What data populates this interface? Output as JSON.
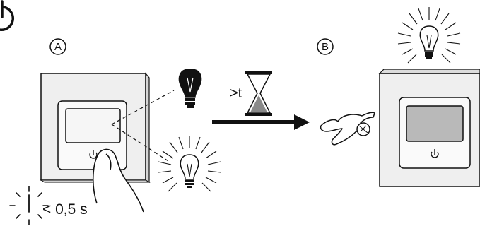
{
  "panel_a": {
    "label": "A"
  },
  "panel_b": {
    "label": "B"
  },
  "condition": {
    "text": ">t"
  },
  "press": {
    "text": "< 0,5 s"
  },
  "power_symbol": "power-icon",
  "colors": {
    "ink": "#111111",
    "wall": "#e9e9e9",
    "lens_off": "#f4f4f4",
    "lens_on": "#b9b9b9",
    "sand": "#8a8a8a"
  }
}
